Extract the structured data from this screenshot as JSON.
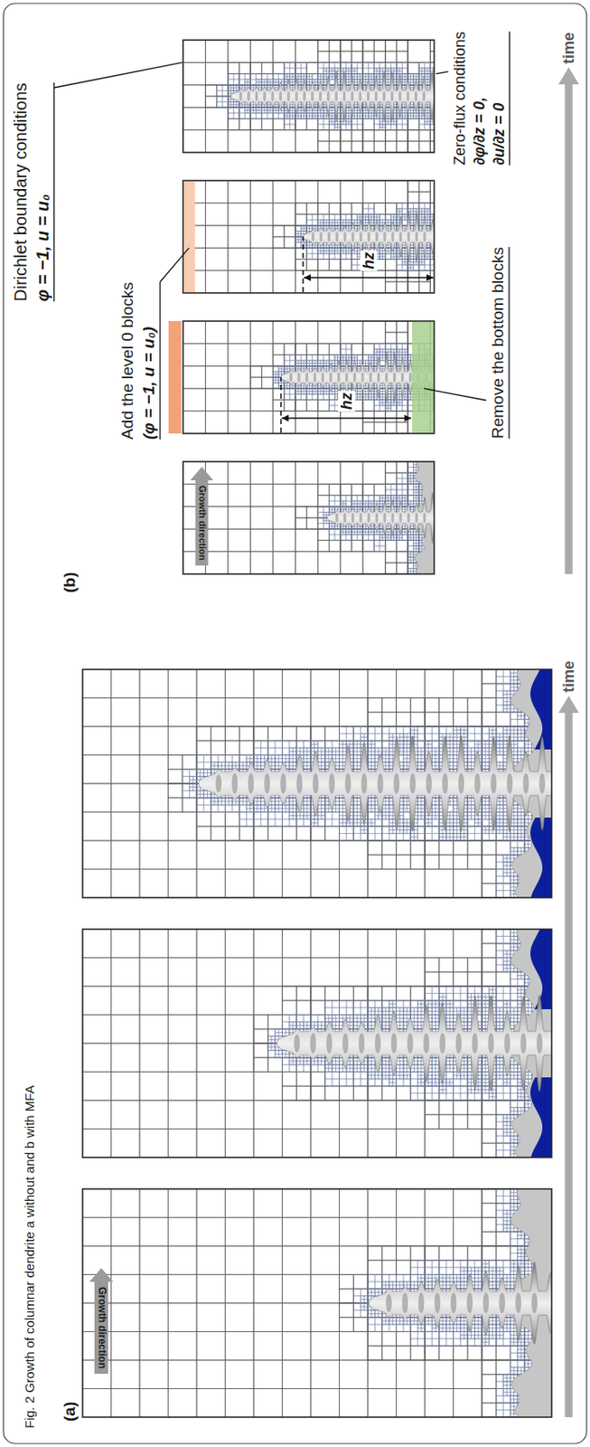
{
  "diagram": {
    "caption": "Fig. 2 Growth of columnar dendrite a without and b with MFA",
    "labels": [
      "(a)",
      "Growth direction",
      "time",
      "(b)",
      "Growth direction",
      "Add the level 0 blocks",
      "(φ = −1, u = u₀)",
      "hz",
      "Remove the bottom blocks",
      "hz",
      "Dirichlet boundary conditions",
      "φ = −1, u = u₀",
      "Zero-flux conditions",
      "∂φ/∂z = 0,",
      "∂u/∂z = 0",
      "time"
    ]
  }
}
